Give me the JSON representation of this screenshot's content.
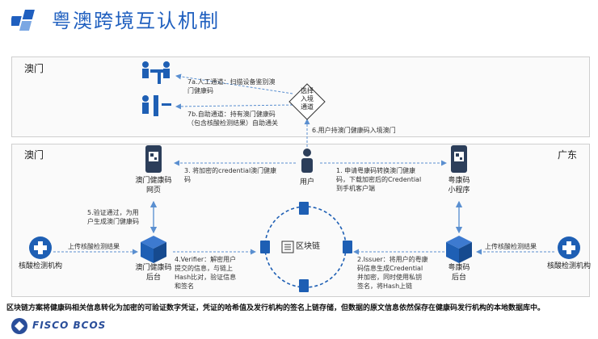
{
  "title": "粤澳跨境互认机制",
  "regions": {
    "macau_top": "澳门",
    "macau_bottom": "澳门",
    "guangdong": "广东"
  },
  "nodes": {
    "user": "用户",
    "macau_code_web": "澳门健康码\n网页",
    "gd_code_app": "粤康码\n小程序",
    "macau_backend": "澳门健康码\n后台",
    "gd_backend": "粤康码\n后台",
    "testing_left": "核酸检测机构",
    "testing_right": "核酸检测机构",
    "blockchain": "区块链",
    "gate_decision": "选择\n入境\n通道"
  },
  "steps": {
    "s7a": "7a.人工通道：扫描设备鉴别澳\n门健康码",
    "s7b": "7b.自助通道：持有澳门健康码\n（包含核酸检测结果）自助通关",
    "s6": "6.用户持澳门健康码入境澳门",
    "s3": "3. 将加密的credential澳门健康\n码",
    "s1": "1. 申请粤康码转换澳门健康\n码，下载加密后的Credential\n到手机客户端",
    "s5": "5.验证通过，为用\n户生成澳门健康码",
    "s4": "4.Verifier：解密用户\n提交的信息，与链上\nHash比对，验证信息\n和签名",
    "s2": "2.Issuer：将用户的粤康\n码信息生成Credential\n并加密，同时使用私钥\n签名，将Hash上链",
    "upload_left": "上传核酸检测结果",
    "upload_right": "上传核酸检测结果"
  },
  "footer": "区块链方案将健康码相关信息转化为加密的可验证数字凭证，凭证的哈希值及发行机构的签名上链存储，但数据的原文信息依然保存在健康码发行机构的本地数据库中。",
  "brand": "FISCO BCOS",
  "colors": {
    "accent": "#1f5fbf",
    "icon_dark": "#2c3e5a",
    "icon_blue": "#1e5fb4",
    "arrow": "#5a8fd0"
  }
}
